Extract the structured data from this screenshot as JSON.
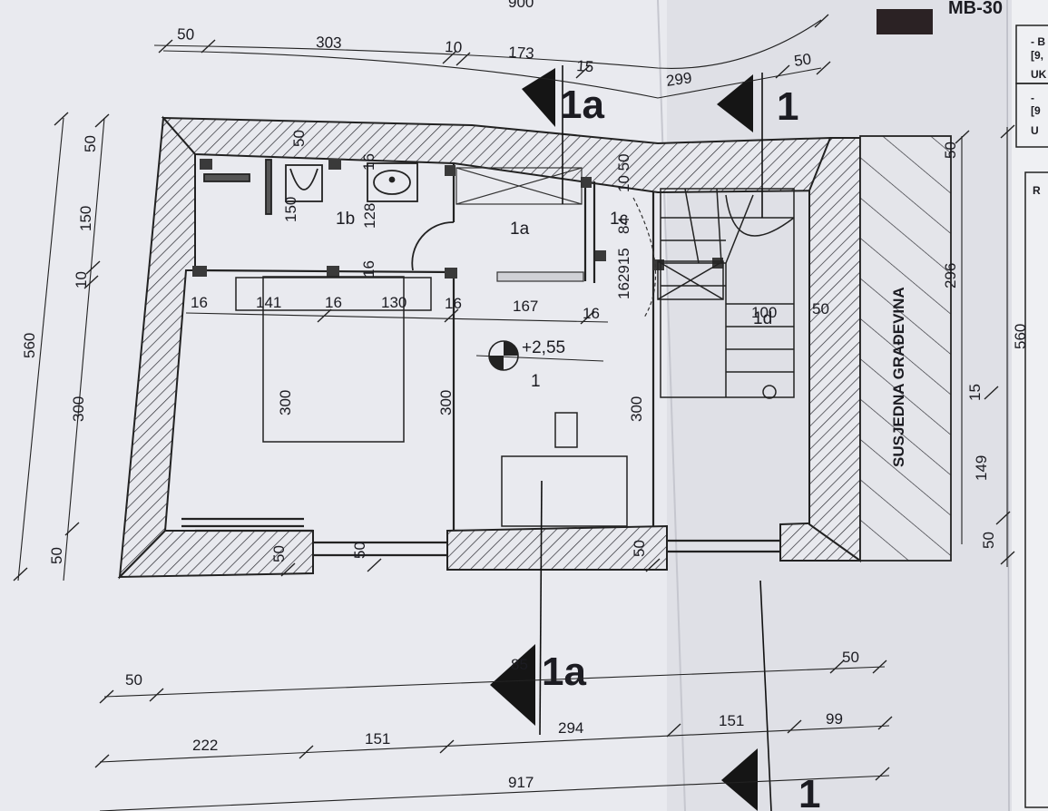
{
  "sheet": {
    "legend_label": "MB-30",
    "side_fragments": [
      "- B",
      "[9,",
      "UK",
      "-",
      "[9",
      "U",
      "R"
    ]
  },
  "sections": {
    "top_left": "1a",
    "top_right": "1",
    "bottom_left": "1a",
    "bottom_right": "1"
  },
  "rooms": {
    "room_1b": "1b",
    "room_1a": "1a",
    "room_1c": "1c",
    "room_1d": "1d",
    "room_1": "1",
    "level": "+2,55",
    "neighbour": "SUSJEDNA GRAĐEVINA"
  },
  "dims": {
    "top_overall": "900",
    "top_a": "50",
    "top_b": "303",
    "top_c": "10",
    "top_d": "173",
    "top_e": "15",
    "top_f": "299",
    "top_g": "50",
    "left_overall": "560",
    "left_a": "50",
    "left_b": "150",
    "left_c": "10",
    "left_d": "300",
    "left_e": "50",
    "right_overall": "560",
    "right_a": "50",
    "right_b": "296",
    "right_c": "15",
    "right_d": "149",
    "right_e": "50",
    "int_16a": "16",
    "int_141": "141",
    "int_16b": "16",
    "int_130": "130",
    "int_16c": "16",
    "int_167": "167",
    "int_16d": "16",
    "int_300a": "300",
    "int_300b": "300",
    "int_300c": "300",
    "int_50a": "50",
    "int_50b": "50",
    "int_50c": "50",
    "int_50d": "50",
    "int_150": "150",
    "int_128": "128",
    "int_16e": "16",
    "int_16f": "16",
    "int_100": "100",
    "int_50e": "50",
    "int_1050": "10 50",
    "int_84": "84",
    "int_162915": "162915",
    "bot_a": "50",
    "bot_b": "50",
    "bot_c1": "222",
    "bot_c2": "151",
    "bot_c3": "294",
    "bot_c4": "151",
    "bot_c5": "99",
    "bot_overall": "917",
    "bot_d": "85"
  }
}
